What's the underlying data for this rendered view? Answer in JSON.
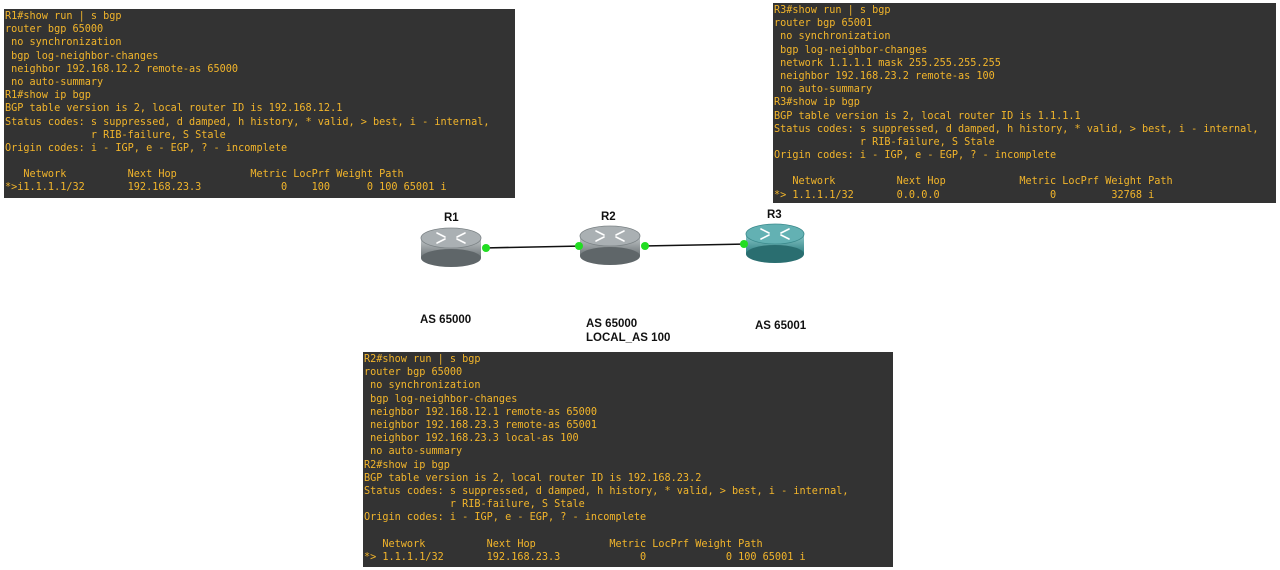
{
  "colors": {
    "terminal_bg": "#333333",
    "terminal_text": "#f2b52b",
    "router_gray": "#8a9194",
    "router_teal": "#4a9a9c",
    "link_up_dot": "#22dd22"
  },
  "terminals": {
    "r1": {
      "lines": [
        "R1#show run | s bgp",
        "router bgp 65000",
        " no synchronization",
        " bgp log-neighbor-changes",
        " neighbor 192.168.12.2 remote-as 65000",
        " no auto-summary",
        "R1#show ip bgp",
        "BGP table version is 2, local router ID is 192.168.12.1",
        "Status codes: s suppressed, d damped, h history, * valid, > best, i - internal,",
        "              r RIB-failure, S Stale",
        "Origin codes: i - IGP, e - EGP, ? - incomplete",
        "",
        "   Network          Next Hop            Metric LocPrf Weight Path",
        "*>i1.1.1.1/32       192.168.23.3             0    100      0 100 65001 i"
      ]
    },
    "r3": {
      "lines": [
        "R3#show run | s bgp",
        "router bgp 65001",
        " no synchronization",
        " bgp log-neighbor-changes",
        " network 1.1.1.1 mask 255.255.255.255",
        " neighbor 192.168.23.2 remote-as 100",
        " no auto-summary",
        "R3#show ip bgp",
        "BGP table version is 2, local router ID is 1.1.1.1",
        "Status codes: s suppressed, d damped, h history, * valid, > best, i - internal,",
        "              r RIB-failure, S Stale",
        "Origin codes: i - IGP, e - EGP, ? - incomplete",
        "",
        "   Network          Next Hop            Metric LocPrf Weight Path",
        "*> 1.1.1.1/32       0.0.0.0                  0         32768 i"
      ]
    },
    "r2": {
      "lines": [
        "R2#show run | s bgp",
        "router bgp 65000",
        " no synchronization",
        " bgp log-neighbor-changes",
        " neighbor 192.168.12.1 remote-as 65000",
        " neighbor 192.168.23.3 remote-as 65001",
        " neighbor 192.168.23.3 local-as 100",
        " no auto-summary",
        "R2#show ip bgp",
        "BGP table version is 2, local router ID is 192.168.23.2",
        "Status codes: s suppressed, d damped, h history, * valid, > best, i - internal,",
        "              r RIB-failure, S Stale",
        "Origin codes: i - IGP, e - EGP, ? - incomplete",
        "",
        "   Network          Next Hop            Metric LocPrf Weight Path",
        "*> 1.1.1.1/32       192.168.23.3             0             0 100 65001 i"
      ]
    }
  },
  "topology": {
    "routers": {
      "r1": {
        "name": "R1",
        "icon": "router-icon"
      },
      "r2": {
        "name": "R2",
        "icon": "router-icon"
      },
      "r3": {
        "name": "R3",
        "icon": "router-icon"
      }
    },
    "as_labels": {
      "r1": "AS 65000",
      "r2": "AS 65000",
      "r2_local": "LOCAL_AS 100",
      "r3": "AS 65001"
    }
  }
}
